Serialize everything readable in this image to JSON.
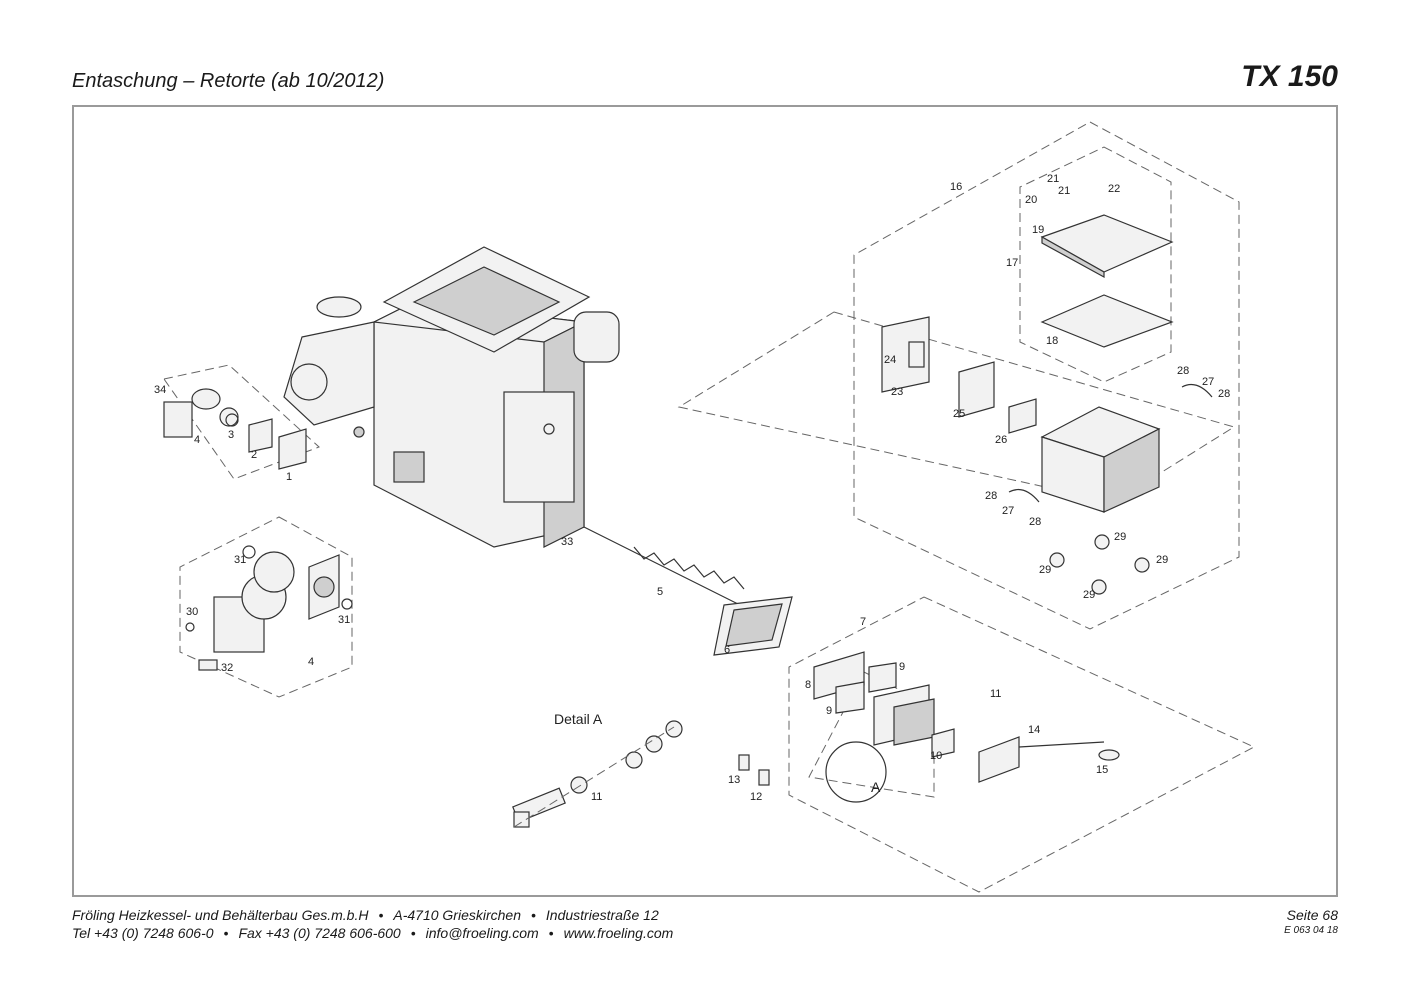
{
  "header": {
    "title": "Entaschung – Retorte (ab 10/2012)",
    "model": "TX 150"
  },
  "diagram": {
    "detail_label": "Detail A",
    "detail_marker": "A",
    "callouts": [
      {
        "id": "c34",
        "text": "34"
      },
      {
        "id": "c4a",
        "text": "4"
      },
      {
        "id": "c3",
        "text": "3"
      },
      {
        "id": "c2",
        "text": "2"
      },
      {
        "id": "c1",
        "text": "1"
      },
      {
        "id": "c33",
        "text": "33"
      },
      {
        "id": "c5",
        "text": "5"
      },
      {
        "id": "c6",
        "text": "6"
      },
      {
        "id": "c31a",
        "text": "31"
      },
      {
        "id": "c30",
        "text": "30"
      },
      {
        "id": "c31b",
        "text": "31"
      },
      {
        "id": "c32",
        "text": "32"
      },
      {
        "id": "c4b",
        "text": "4"
      },
      {
        "id": "c11a",
        "text": "11"
      },
      {
        "id": "c7",
        "text": "7"
      },
      {
        "id": "c8",
        "text": "8"
      },
      {
        "id": "c9a",
        "text": "9"
      },
      {
        "id": "c9b",
        "text": "9"
      },
      {
        "id": "c11b",
        "text": "11"
      },
      {
        "id": "c14",
        "text": "14"
      },
      {
        "id": "c10",
        "text": "10"
      },
      {
        "id": "c15",
        "text": "15"
      },
      {
        "id": "c13",
        "text": "13"
      },
      {
        "id": "c12",
        "text": "12"
      },
      {
        "id": "c16",
        "text": "16"
      },
      {
        "id": "c21a",
        "text": "21"
      },
      {
        "id": "c21b",
        "text": "21"
      },
      {
        "id": "c22",
        "text": "22"
      },
      {
        "id": "c20",
        "text": "20"
      },
      {
        "id": "c19",
        "text": "19"
      },
      {
        "id": "c17",
        "text": "17"
      },
      {
        "id": "c18",
        "text": "18"
      },
      {
        "id": "c24",
        "text": "24"
      },
      {
        "id": "c23",
        "text": "23"
      },
      {
        "id": "c25",
        "text": "25"
      },
      {
        "id": "c26",
        "text": "26"
      },
      {
        "id": "c28a",
        "text": "28"
      },
      {
        "id": "c27a",
        "text": "27"
      },
      {
        "id": "c28b",
        "text": "28"
      },
      {
        "id": "c28c",
        "text": "28"
      },
      {
        "id": "c27b",
        "text": "27"
      },
      {
        "id": "c28d",
        "text": "28"
      },
      {
        "id": "c29a",
        "text": "29"
      },
      {
        "id": "c29b",
        "text": "29"
      },
      {
        "id": "c29c",
        "text": "29"
      },
      {
        "id": "c29d",
        "text": "29"
      }
    ]
  },
  "footer": {
    "company": "Fröling Heizkessel- und Behälterbau Ges.m.b.H",
    "address_city": "A-4710 Grieskirchen",
    "address_street": "Industriestraße 12",
    "tel": "Tel +43 (0) 7248 606-0",
    "fax": "Fax +43 (0) 7248 606-600",
    "email": "info@froeling.com",
    "web": "www.froeling.com",
    "separator": "•",
    "page": "Seite 68",
    "doc_code": "E 063 04 18"
  }
}
